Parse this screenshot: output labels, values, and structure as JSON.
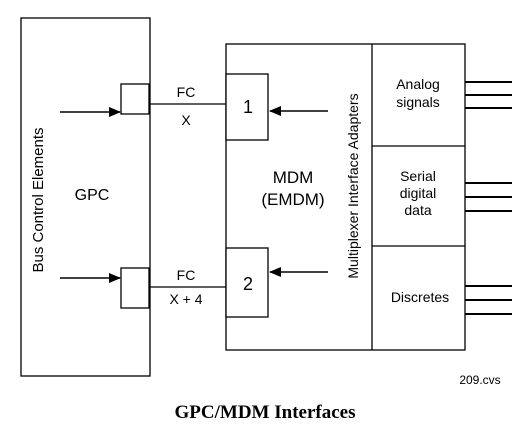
{
  "gpc": {
    "side_label": "Bus Control Elements",
    "label": "GPC"
  },
  "mdm": {
    "label_line1": "MDM",
    "label_line2": "(EMDM)",
    "port1": "1",
    "port2": "2",
    "adapter_label": "Multiplexer Interface Adapters"
  },
  "links": {
    "top_label": "FC",
    "top_sublabel": "X",
    "bottom_label": "FC",
    "bottom_sublabel": "X + 4"
  },
  "adapters": {
    "analog_line1": "Analog",
    "analog_line2": "signals",
    "serial_line1": "Serial",
    "serial_line2": "digital",
    "serial_line3": "data",
    "discretes": "Discretes"
  },
  "file_ref": "209.cvs",
  "caption": "GPC/MDM Interfaces"
}
